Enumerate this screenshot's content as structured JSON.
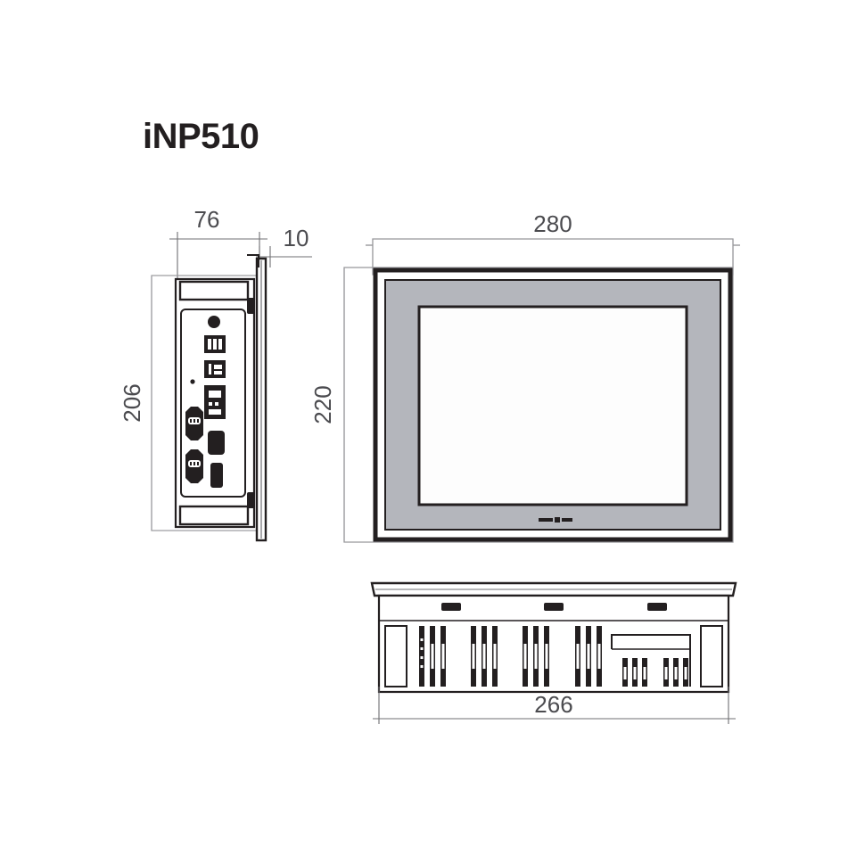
{
  "page": {
    "background_color": "#ffffff",
    "title": "iNP510",
    "title_color": "#231f20",
    "drawing_type": "orthographic-dimension-drawing",
    "line_color": "#231f20",
    "dim_line_color": "#6f6f73",
    "dim_text_color": "#4b4b4f",
    "bezel_gray": "#b4b6bc",
    "screen_white": "#fdfdfd"
  },
  "dimensions": {
    "side_depth": "76",
    "bezel_depth": "10",
    "side_height": "206",
    "front_width": "280",
    "front_height": "220",
    "bottom_width": "266",
    "unit_note": ""
  },
  "views": {
    "side": {
      "name": "side-section-view",
      "labels": [
        "76",
        "10",
        "206"
      ]
    },
    "front": {
      "name": "front-view",
      "labels": [
        "280",
        "220"
      ]
    },
    "bottom": {
      "name": "bottom-view",
      "labels": [
        "266"
      ]
    }
  },
  "ports": [
    {
      "name": "round-connector",
      "type": "circular"
    },
    {
      "name": "usb-port-upper",
      "type": "usb"
    },
    {
      "name": "usb-port-lower",
      "type": "usb"
    },
    {
      "name": "ethernet-port",
      "type": "rj45"
    },
    {
      "name": "serial-port-upper",
      "type": "dsub"
    },
    {
      "name": "serial-port-lower",
      "type": "dsub"
    },
    {
      "name": "expansion-port-upper",
      "type": "rectangular"
    },
    {
      "name": "expansion-port-lower",
      "type": "rectangular"
    }
  ],
  "front_panel": {
    "logo_mark": "",
    "bezel_color": "#b4b6bc",
    "screen_color": "#fdfdfd"
  },
  "bottom_panel": {
    "tab_count": 3,
    "vent_groups": 6
  }
}
